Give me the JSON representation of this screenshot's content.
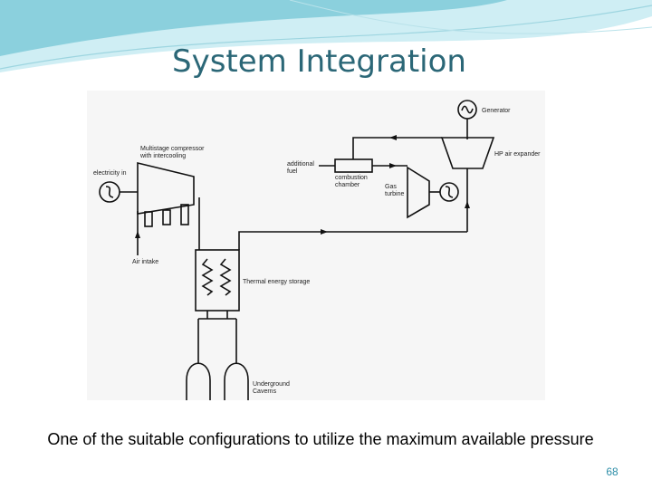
{
  "slide": {
    "title": "System Integration",
    "caption": "One of the suitable configurations to utilize the maximum available pressure",
    "page_number": "68"
  },
  "diagram": {
    "labels": {
      "generator": "Generator",
      "hp_air_expander": "HP air expander",
      "additional_fuel_1": "additional",
      "additional_fuel_2": "fuel",
      "combustion_chamber_1": "combustion",
      "combustion_chamber_2": "chamber",
      "gas_turbine_1": "Gas",
      "gas_turbine_2": "turbine",
      "compressor_1": "Multistage compressor",
      "compressor_2": "with intercooling",
      "electricity_in": "electricity in",
      "air_intake": "Air intake",
      "thermal_storage": "Thermal energy storage",
      "caverns_1": "Underground",
      "caverns_2": "Caverns"
    }
  },
  "colors": {
    "title": "#2b6777",
    "page_number": "#2e8ea8",
    "decoration_teal": "#7fcad8",
    "decoration_light": "#cfeef4"
  }
}
